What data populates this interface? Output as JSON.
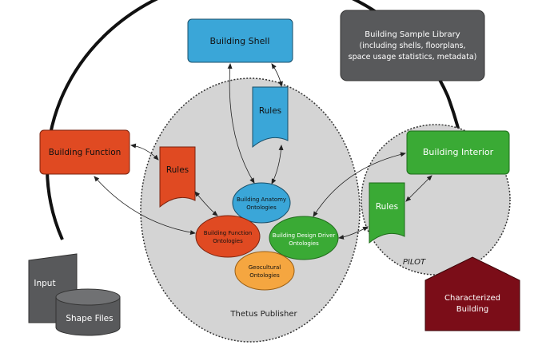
{
  "nodes": {
    "building_shell": "Building Shell",
    "building_sample_library": [
      "Building Sample Library",
      "(including shells, floorplans,",
      "space usage statistics, metadata)"
    ],
    "building_function": "Building Function",
    "building_interior": "Building Interior",
    "rules_top": "Rules",
    "rules_left": "Rules",
    "rules_right": "Rules",
    "anatomy_ontologies": [
      "Building Anatomy",
      "Ontologies"
    ],
    "function_ontologies": [
      "Building Function",
      "Ontologies"
    ],
    "design_driver_ontologies": [
      "Building Design Driver",
      "Ontologies"
    ],
    "geocultural_ontologies": [
      "Geocultural",
      "Ontologies"
    ],
    "thetus_publisher": "Thetus Publisher",
    "pilot": "PILOT",
    "input": "Input",
    "shape_files": "Shape Files",
    "characterized_building": [
      "Characterized",
      "Building"
    ]
  },
  "colors": {
    "blue": "#3aa6d8",
    "orange_red": "#e04a22",
    "green": "#3aaa35",
    "orange": "#f5a640",
    "dark_gray": "#58595b",
    "dark_red": "#7b0d18",
    "light_gray": "#d4d4d4"
  }
}
